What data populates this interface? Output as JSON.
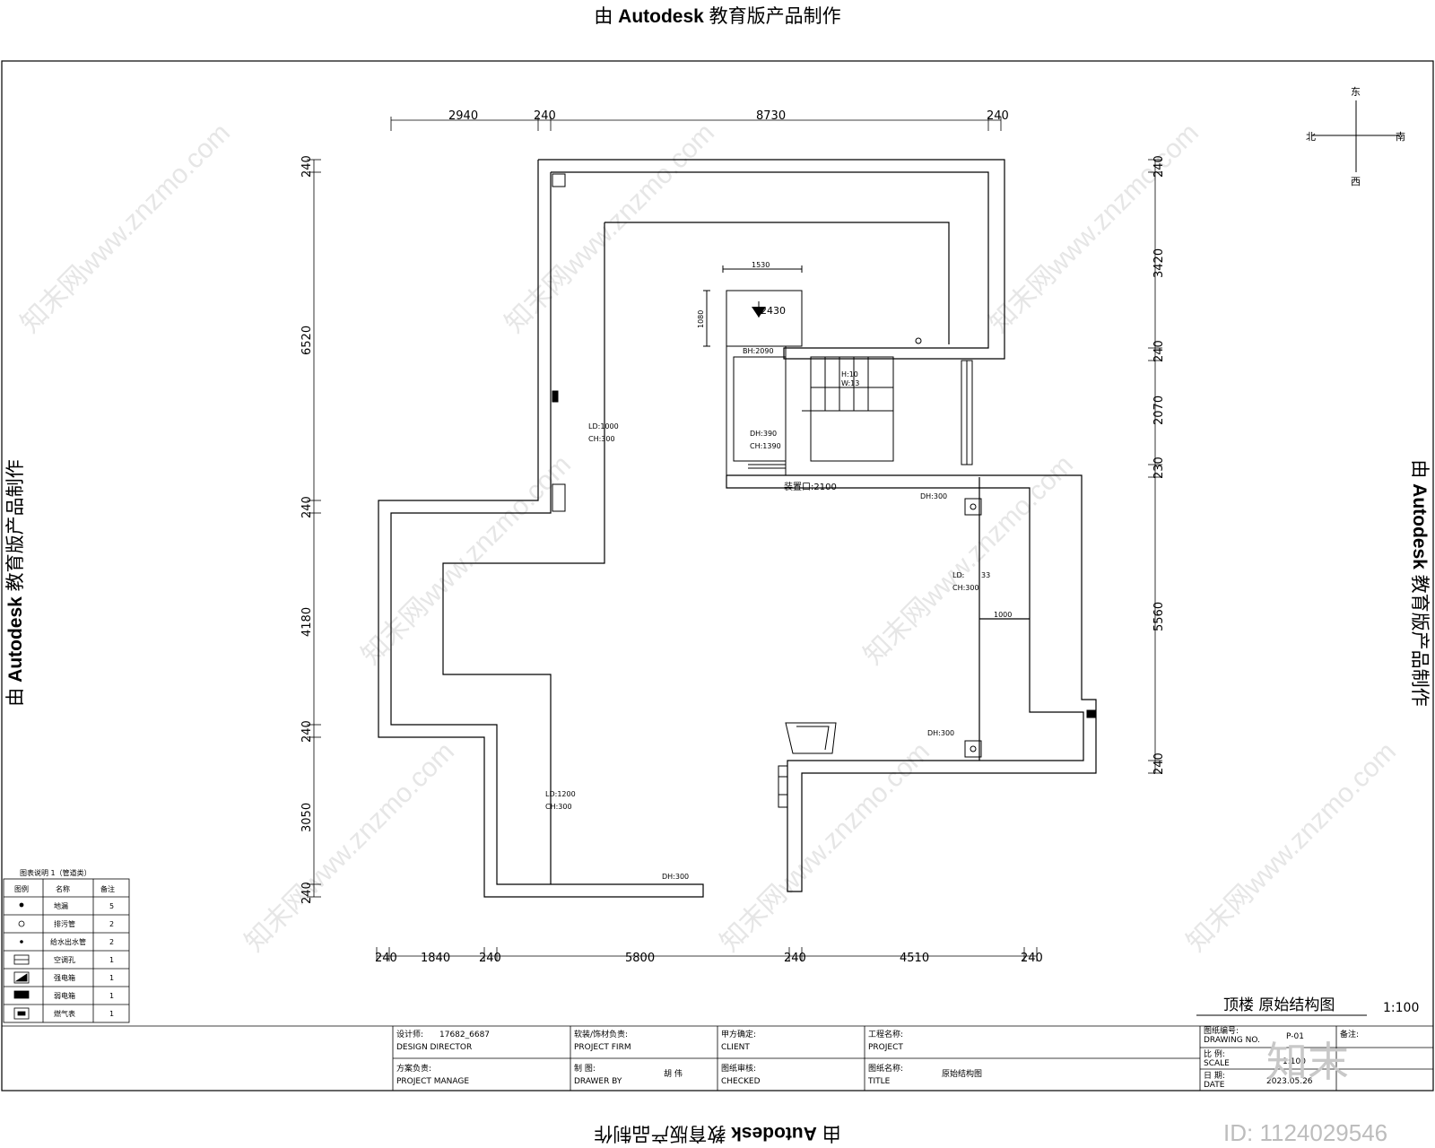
{
  "watermark": {
    "prefix": "由 ",
    "brand": "Autodesk",
    "suffix": " 教育版产品制作"
  },
  "site_watermark": "知末网www.znzmo.com",
  "compass": {
    "north": "东",
    "south": "西",
    "west": "北",
    "east": "南"
  },
  "dims_top": [
    "2940",
    "240",
    "8730",
    "240"
  ],
  "dims_bottom": [
    "240",
    "1840",
    "240",
    "5800",
    "240",
    "4510",
    "240"
  ],
  "dims_left": [
    "240",
    "6520",
    "240",
    "4180",
    "240",
    "3050",
    "240"
  ],
  "dims_right": [
    "240",
    "3420",
    "240",
    "2070",
    "230",
    "5560",
    "240"
  ],
  "room_labels": {
    "stair_w": "1530",
    "stair_h": "1080",
    "stair_mark": "2430",
    "bh2090": "BH:2090",
    "stair_note1": "H:10",
    "stair_note2": "W:13",
    "dh390": "DH:390",
    "ch1390": "CH:1390",
    "ld1000": "LD:1000",
    "ch300a": "CH:300",
    "bh2100": "装置口:2100",
    "dh300a": "DH:300",
    "ld_r": "LD:",
    "ld_r2": "33",
    "ch300b": "CH:300",
    "w1000": "1000",
    "dh300b": "DH:300",
    "ld1200": "LD:1200",
    "ch300c": "CH:300",
    "dh300c": "DH:300"
  },
  "legend": {
    "title": "图表说明 1（管道类）",
    "headers": [
      "图例",
      "名称",
      "备注"
    ],
    "rows": [
      {
        "name": "地漏",
        "note": "5"
      },
      {
        "name": "排污管",
        "note": "2"
      },
      {
        "name": "给水出水管",
        "note": "2"
      },
      {
        "name": "空调孔",
        "note": "1"
      },
      {
        "name": "强电箱",
        "note": "1"
      },
      {
        "name": "弱电箱",
        "note": "1"
      },
      {
        "name": "燃气表",
        "note": "1"
      }
    ]
  },
  "drawing_title": "顶楼  原始结构图",
  "scale_note": "1:100",
  "title_block": {
    "designer_label": "设计师:",
    "designer_value": "17682_6687",
    "designer_en": "DESIGN DIRECTOR",
    "soft_label": "软装/饰材负责:",
    "soft_en": "PROJECT FIRM",
    "client_label": "甲方确定:",
    "client_en": "CLIENT",
    "project_label": "工程名称:",
    "project_en": "PROJECT",
    "plan_label": "方案负责:",
    "plan_en": "PROJECT MANAGE",
    "draw_label": "制    图:",
    "draw_value": "胡 伟",
    "draw_en": "DRAWER BY",
    "check_label": "图纸审核:",
    "check_en": "CHECKED",
    "title_label": "图纸名称:",
    "title_value": "原始结构图",
    "title_en": "TITLE",
    "no_label": "图纸编号:",
    "no_en": "DRAWING NO.",
    "no_value": "P-01",
    "remark_label": "备注:",
    "scale_label": "比    例:",
    "scale_en": "SCALE",
    "scale_value": "1:100",
    "date_label": "日    期:",
    "date_en": "DATE",
    "date_value": "2023.05.26"
  },
  "corner_logo": "知末",
  "image_id": "ID: 1124029546"
}
